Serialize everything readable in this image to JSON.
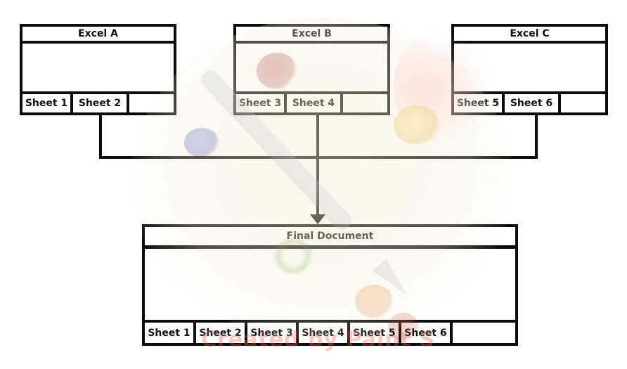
{
  "diagram": {
    "sources": [
      {
        "title": "Excel A",
        "sheets": [
          "Sheet 1",
          "Sheet 2"
        ]
      },
      {
        "title": "Excel B",
        "sheets": [
          "Sheet 3",
          "Sheet 4"
        ]
      },
      {
        "title": "Excel C",
        "sheets": [
          "Sheet 5",
          "Sheet 6"
        ]
      }
    ],
    "target": {
      "title": "Final Document",
      "sheets": [
        "Sheet 1",
        "Sheet 2",
        "Sheet 3",
        "Sheet 4",
        "Sheet 5",
        "Sheet 6"
      ]
    }
  },
  "watermark": {
    "text": "Created by Paint S",
    "color": "#e76758"
  },
  "colors": {
    "line": "#0b0b0b",
    "background": "#ffffff"
  }
}
